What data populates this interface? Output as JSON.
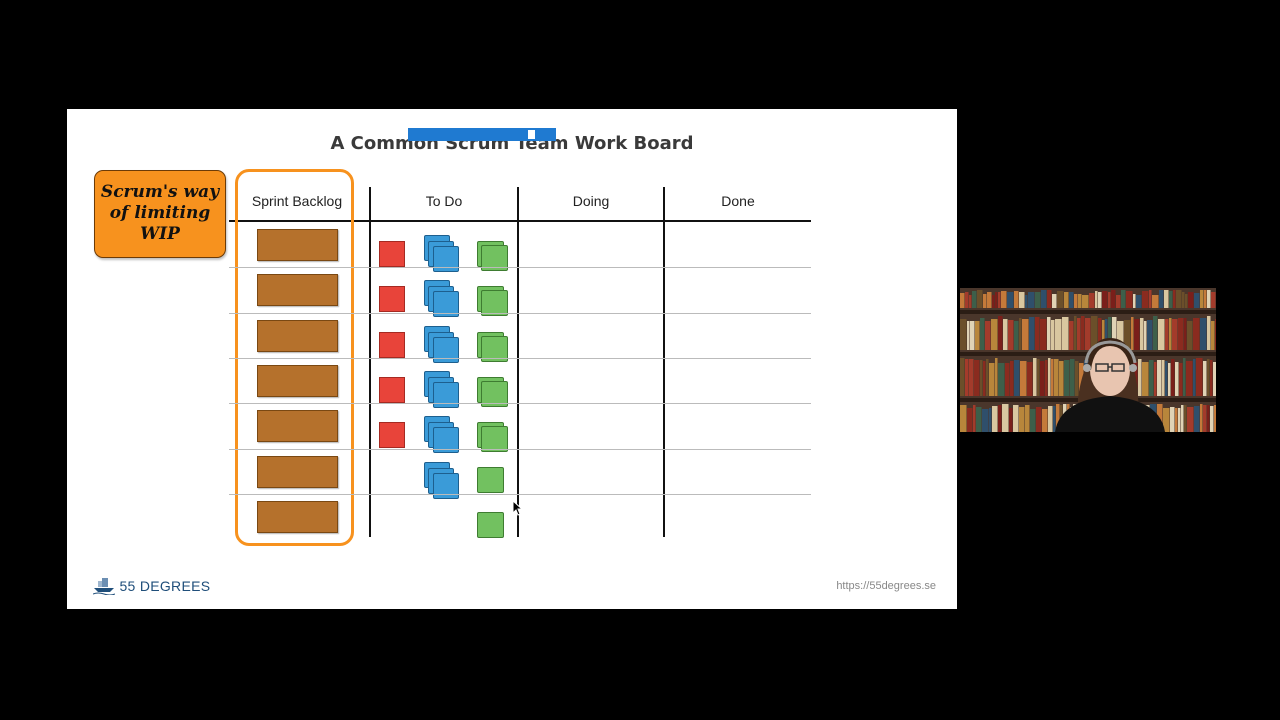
{
  "slide": {
    "title": "A Common Scrum Team Work Board",
    "progress_fraction": 0.85,
    "note": {
      "lines": [
        "Scrum's way",
        "of limiting",
        "WIP"
      ],
      "color": "#f7921e"
    },
    "columns": [
      "Sprint Backlog",
      "To Do",
      "Doing",
      "Done"
    ],
    "rows": [
      {
        "story": true,
        "todo": [
          "red",
          "blue-stack",
          "green-stack"
        ]
      },
      {
        "story": true,
        "todo": [
          "red",
          "blue-stack",
          "green-stack"
        ]
      },
      {
        "story": true,
        "todo": [
          "red",
          "blue-stack",
          "green-stack"
        ]
      },
      {
        "story": true,
        "todo": [
          "red",
          "blue-stack",
          "green-stack"
        ]
      },
      {
        "story": true,
        "todo": [
          "red",
          "blue-stack",
          "green-stack"
        ]
      },
      {
        "story": true,
        "todo": [
          "blue-stack",
          "green"
        ]
      },
      {
        "story": true,
        "todo": [
          "green"
        ]
      }
    ],
    "colors": {
      "story": "#b5712c",
      "red": "#e8443a",
      "blue": "#3a9bd8",
      "green": "#72c160",
      "highlight": "#f7921e",
      "progress": "#1f7ad1"
    },
    "footer": {
      "logo_text": "55 DEGREES",
      "logo_icon": "ship-icon",
      "url": "https://55degrees.se"
    }
  },
  "webcam": {
    "icon": "presenter-video-feed"
  }
}
